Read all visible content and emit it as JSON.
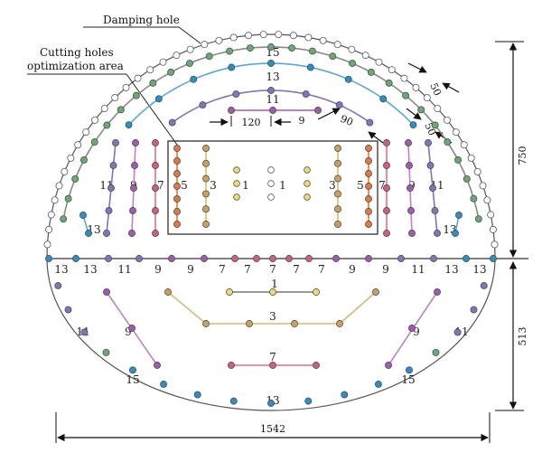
{
  "annotations": {
    "damping": "Damping hole",
    "cutting_line1": "Cutting holes",
    "cutting_line2": "optimization area"
  },
  "dimensions": {
    "height_upper": "750",
    "height_lower": "513",
    "width": "1542",
    "spacing_50_a": "50",
    "spacing_50_b": "50",
    "spacing_90": "90",
    "spacing_120": "120",
    "spacing_9": "9"
  },
  "ring_labels": {
    "r15_top": "15",
    "r13_top": "13",
    "r11_top": "11",
    "r13_bottom": "13",
    "r15_bl": "15",
    "r15_br": "15",
    "r11_bl": "11",
    "r11_br": "11",
    "r9_bl": "9",
    "r9_br": "9",
    "r7_bottom": "7",
    "r3_bottom": "3",
    "r1_bottom": "1"
  },
  "column_labels": {
    "l13": "13",
    "l11": "11",
    "l9": "9",
    "l7": "7",
    "l5": "5",
    "l3": "3",
    "l1": "1",
    "r1": "1",
    "r3": "3",
    "r5": "5",
    "r7": "7",
    "r9": "9",
    "r11": "11",
    "r13": "13"
  },
  "baseline_labels": [
    "13",
    "13",
    "11",
    "9",
    "9",
    "7",
    "7",
    "7",
    "7",
    "7",
    "9",
    "9",
    "11",
    "13",
    "13"
  ],
  "palette": {
    "outline": "#555555",
    "damping": "#ffffff",
    "r15": "#6aa874",
    "r13": "#2e8fc4",
    "r11": "#7a78b8",
    "r9": "#a05ab0",
    "r7": "#d06078",
    "r5": "#e07a40",
    "r3": "#c9a060",
    "r1": "#f0d878",
    "line13": "#5aa8d8",
    "line9": "#c080c8",
    "line7": "#e07080",
    "line3": "#d8b878"
  }
}
